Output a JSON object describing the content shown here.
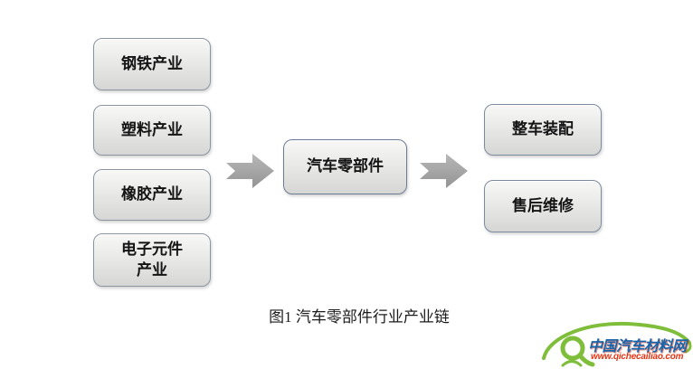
{
  "colors": {
    "box_fill_top": "#f8f8f6",
    "box_fill_bottom": "#d6d6d4",
    "box_border": "#8c94a0",
    "center_box_border": "#6c7b94",
    "arrow_fill": "#a8a8a8",
    "logo_green": "#7fbe3b",
    "logo_blue": "#1666ad",
    "logo_red": "#e63312"
  },
  "diagram": {
    "caption": "图1 汽车零部件行业产业链",
    "upstream": [
      {
        "label": "钢铁产业"
      },
      {
        "label": "塑料产业"
      },
      {
        "label": "橡胶产业"
      },
      {
        "label": "电子元件产业"
      }
    ],
    "center": {
      "label": "汽车零部件"
    },
    "downstream": [
      {
        "label": "整车装配"
      },
      {
        "label": "售后维修"
      }
    ]
  },
  "watermark": {
    "site_name": "中国汽车材料网",
    "site_url": "www.qichecailiao.com"
  }
}
